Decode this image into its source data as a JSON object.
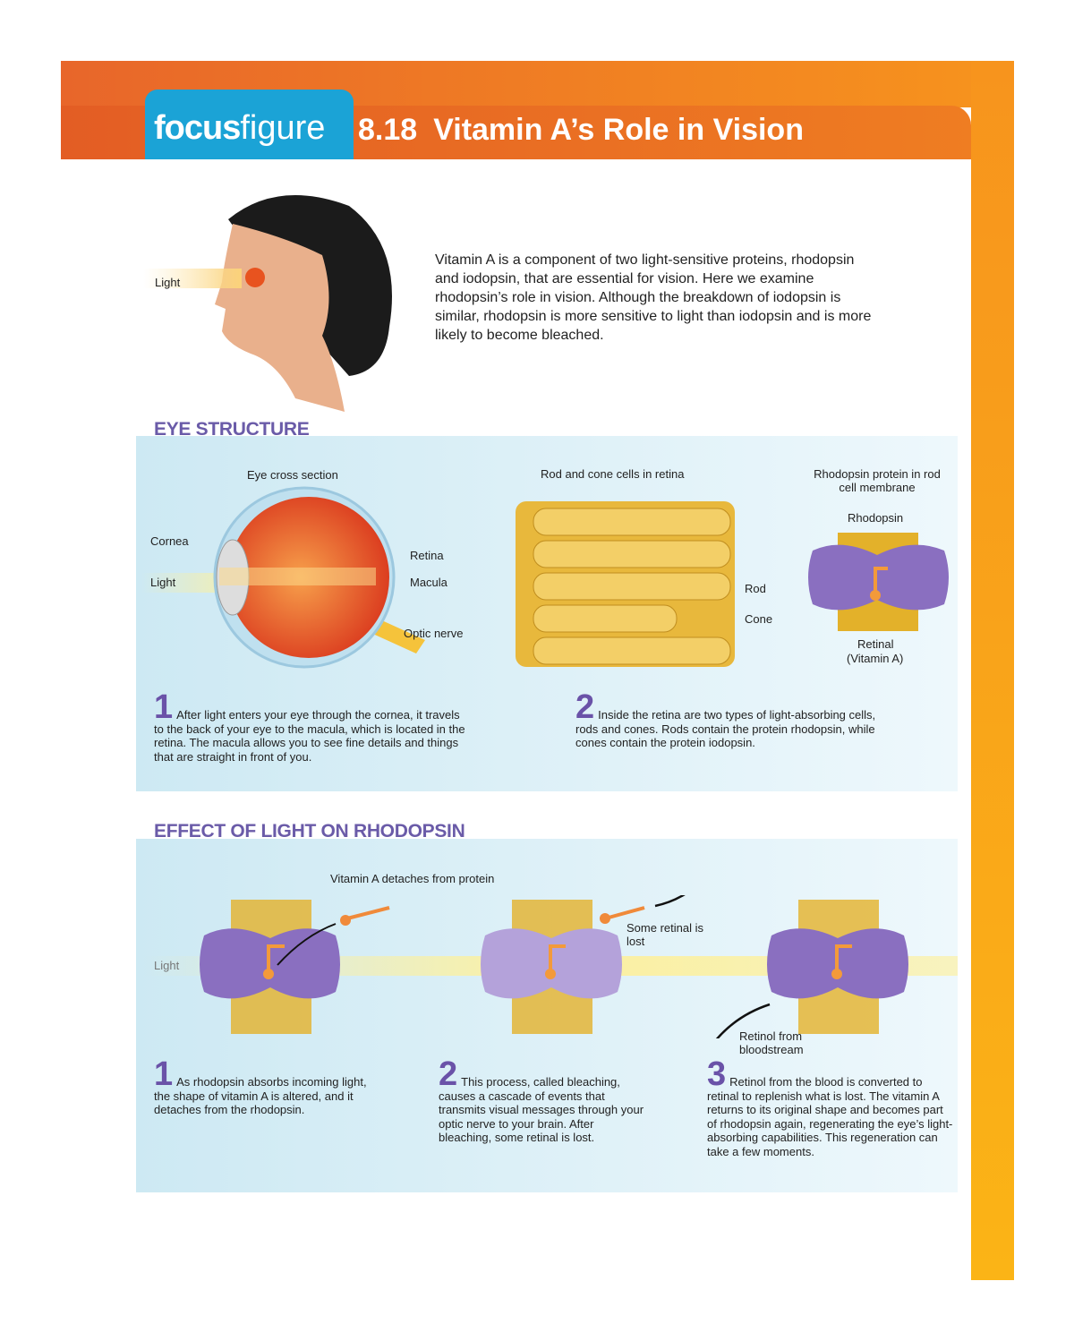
{
  "header": {
    "brand_bold": "focus",
    "brand_light": "figure",
    "number": "8.18",
    "title": "Vitamin A’s Role in Vision"
  },
  "intro": {
    "light_label": "Light",
    "text": "Vitamin A is a component of two light-sensitive proteins, rhodopsin and iodopsin, that are essential for vision. Here we examine rhodopsin’s role in vision. Although the breakdown of iodopsin is similar, rhodopsin is more sensitive to light than iodopsin and is more likely to become bleached."
  },
  "eye_structure": {
    "heading": "EYE STRUCTURE",
    "eye_title": "Eye cross section",
    "labels": {
      "cornea": "Cornea",
      "light": "Light",
      "retina": "Retina",
      "macula": "Macula",
      "optic_nerve": "Optic nerve"
    },
    "rod_title": "Rod and cone cells in retina",
    "rod_labels": {
      "rod": "Rod",
      "cone": "Cone"
    },
    "rhod_title": "Rhodopsin protein in rod cell membrane",
    "rhod_labels": {
      "rhodopsin": "Rhodopsin",
      "retinal": "Retinal",
      "vitamin": "(Vitamin A)"
    },
    "steps": [
      {
        "num": "1",
        "text": "After light enters your eye through the cornea, it travels to the back of your eye to the macula, which is located in the retina. The macula allows you to see fine details and things that are straight in front of you."
      },
      {
        "num": "2",
        "text": "Inside the retina are two types of light-absorbing cells, rods and cones. Rods contain the protein rhodopsin, while cones contain the protein iodopsin."
      }
    ]
  },
  "effect": {
    "heading": "EFFECT OF LIGHT ON RHODOPSIN",
    "labels": {
      "light": "Light",
      "detaches": "Vitamin A detaches from protein",
      "lost": "Some retinal is lost",
      "bloodstream": "Retinol from bloodstream"
    },
    "steps": [
      {
        "num": "1",
        "text": "As rhodopsin absorbs incoming light, the shape of vitamin A is altered, and it detaches from the rhodopsin."
      },
      {
        "num": "2",
        "text": "This process, called bleaching, causes a cascade of events that transmits visual messages through your optic nerve to your brain. After bleaching, some retinal is lost."
      },
      {
        "num": "3",
        "text": "Retinol from the blood is converted to retinal to replenish what is lost. The vitamin A returns to its original shape and becomes part of rhodopsin again, regenerating the eye’s light-absorbing capabilities. This regeneration can take a few moments."
      }
    ]
  }
}
